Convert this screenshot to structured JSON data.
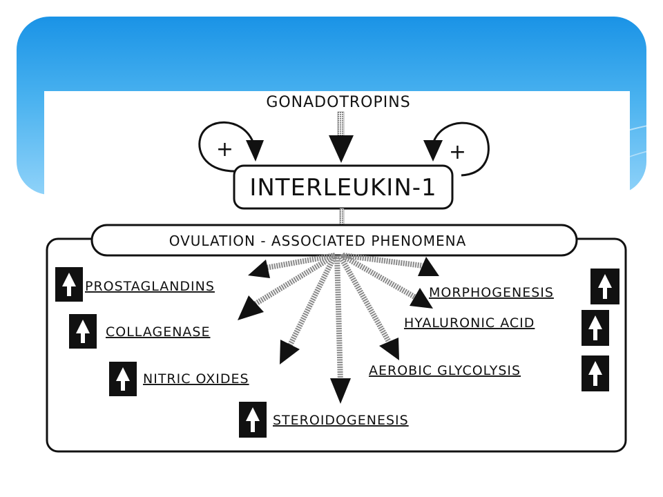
{
  "diagram": {
    "source": "GONADOTROPINS",
    "plus_left": "+",
    "plus_right": "+",
    "center": "INTERLEUKIN-1",
    "header": "OVULATION - ASSOCIATED PHENOMENA",
    "effects": {
      "prostaglandins": "PROSTAGLANDINS",
      "collagenase": "COLLAGENASE",
      "nitric_oxides": "NITRIC OXIDES",
      "steroidogenesis": "STEROIDOGENESIS",
      "morphogenesis": "MORPHOGENESIS",
      "hyaluronic_acid": "HYALURONIC ACID",
      "aerobic_glycolysis": "AEROBIC GLYCOLYSIS"
    },
    "up_arrow_icon": "up-arrow-icon"
  }
}
